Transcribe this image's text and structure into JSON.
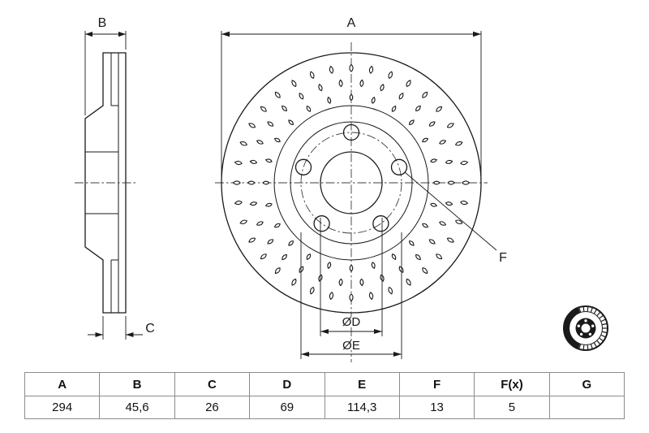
{
  "page": {
    "background": "#ffffff"
  },
  "drawing": {
    "labels": {
      "dim_a": "A",
      "dim_b": "B",
      "dim_c": "C",
      "dim_d": "ØD",
      "dim_e": "ØE",
      "dim_f": "F"
    },
    "icons": {
      "disc_icon": "vented-brake-disc-icon"
    },
    "colors": {
      "line": "#1a1a1a",
      "centerline": "#3c3c3c"
    }
  },
  "table": {
    "headers": [
      "A",
      "B",
      "C",
      "D",
      "E",
      "F",
      "F(x)",
      "G"
    ],
    "values": [
      "294",
      "45,6",
      "26",
      "69",
      "114,3",
      "13",
      "5",
      ""
    ],
    "border_color": "#8c8c8c"
  }
}
